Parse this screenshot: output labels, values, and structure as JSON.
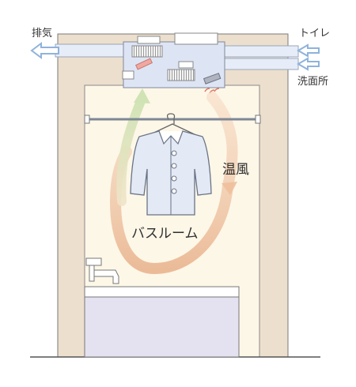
{
  "labels": {
    "exhaust": "排気",
    "toilet": "トイレ",
    "washroom": "洗面所",
    "warm_air": "温風",
    "bathroom": "バスルーム"
  },
  "colors": {
    "wall": "#ecdfcd",
    "room": "#fdf7e7",
    "unit": "#dde5f5",
    "duct": "#e7edf8",
    "arrow_blue": "#8fb3dc",
    "warm_stream": "#eebf9c",
    "cool_stream": "#d8e7c4",
    "tub": "#e4e2f1",
    "shirt": "#e3eaf5"
  },
  "icons": {
    "exhaust_arrow": "arrow-left-icon",
    "intake_arrows": "arrow-left-icon",
    "heater": "heater-element-icon",
    "hanger": "hanger-icon",
    "faucet": "faucet-icon"
  }
}
